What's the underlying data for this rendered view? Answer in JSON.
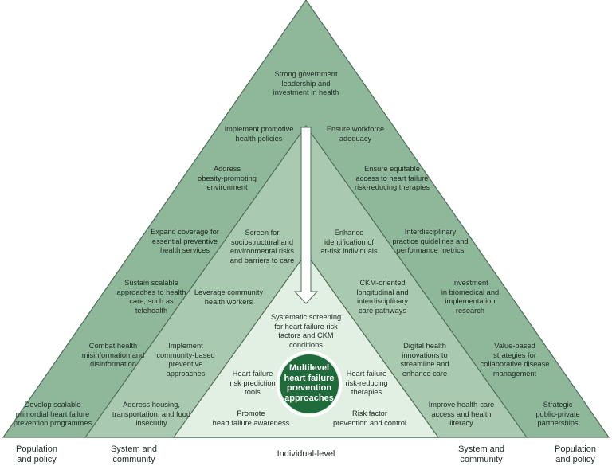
{
  "colors": {
    "outer": "#8fb89a",
    "middle": "#a9cab0",
    "inner": "#e2efe3",
    "border": "#4f6e58",
    "center_circle": "#1f6b3b",
    "center_ring": "#ffffff"
  },
  "center": {
    "label": "Multilevel\nheart failure\nprevention\napproaches"
  },
  "outer_labels": [
    "Strong government\nleadership and\ninvestment in health",
    "Implement promotive\nhealth policies",
    "Ensure workforce\nadequacy",
    "Address\nobesity-promoting\nenvironment",
    "Ensure equitable\naccess to heart failure\nrisk-reducing therapies",
    "Expand coverage for\nessential preventive\nhealth services",
    "Interdisciplinary\npractice guidelines and\nperformance metrics",
    "Sustain scalable\napproaches to health\ncare, such as\ntelehealth",
    "Investment\nin biomedical and\nimplementation\nresearch",
    "Combat health\nmisinformation and\ndisinformation",
    "Value-based\nstrategies for\ncollaborative disease\nmanagement",
    "Develop scalable\nprimordial heart failure\nprevention programmes",
    "Strategic\npublic-private\npartnerships"
  ],
  "middle_labels": [
    "Screen for\nsociostructural and\nenvironmental risks\nand barriers to care",
    "Enhance\nidentification of\nat-risk individuals",
    "Leverage community\nhealth workers",
    "CKM-oriented\nlongitudinal and\ninterdisciplinary\ncare pathways",
    "Implement\ncommunity-based\npreventive\napproaches",
    "Digital health\ninnovations to\nstreamline and\nenhance care",
    "Address housing,\ntransportation, and food\ninsecurity",
    "Improve health-care\naccess and health\nliteracy"
  ],
  "inner_labels": [
    "Systematic screening\nfor heart failure risk\nfactors and CKM\nconditions",
    "Heart failure\nrisk prediction\ntools",
    "Heart failure\nrisk-reducing\ntherapies",
    "Promote\nheart failure awareness",
    "Risk factor\nprevention and control"
  ],
  "bottom_labels": [
    "Population\nand policy",
    "System and\ncommunity",
    "Individual-level",
    "System and\ncommunity",
    "Population\nand policy"
  ]
}
